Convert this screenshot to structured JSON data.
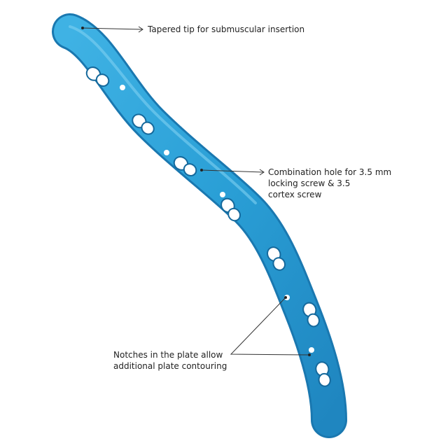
{
  "callouts": {
    "tip": {
      "text": "Tapered tip for submuscular insertion"
    },
    "hole": {
      "lines": [
        "Combination hole for 3.5 mm",
        "locking screw & 3.5",
        "cortex screw"
      ]
    },
    "notches": {
      "lines": [
        "Notches in the plate allow",
        "additional plate contouring"
      ]
    }
  },
  "colors": {
    "plate": "#2a9fd6",
    "plate_dark": "#1a78b0",
    "plate_light": "#6cc6ee",
    "line": "#333333"
  },
  "image": {
    "subject": "bone-plate-image"
  }
}
